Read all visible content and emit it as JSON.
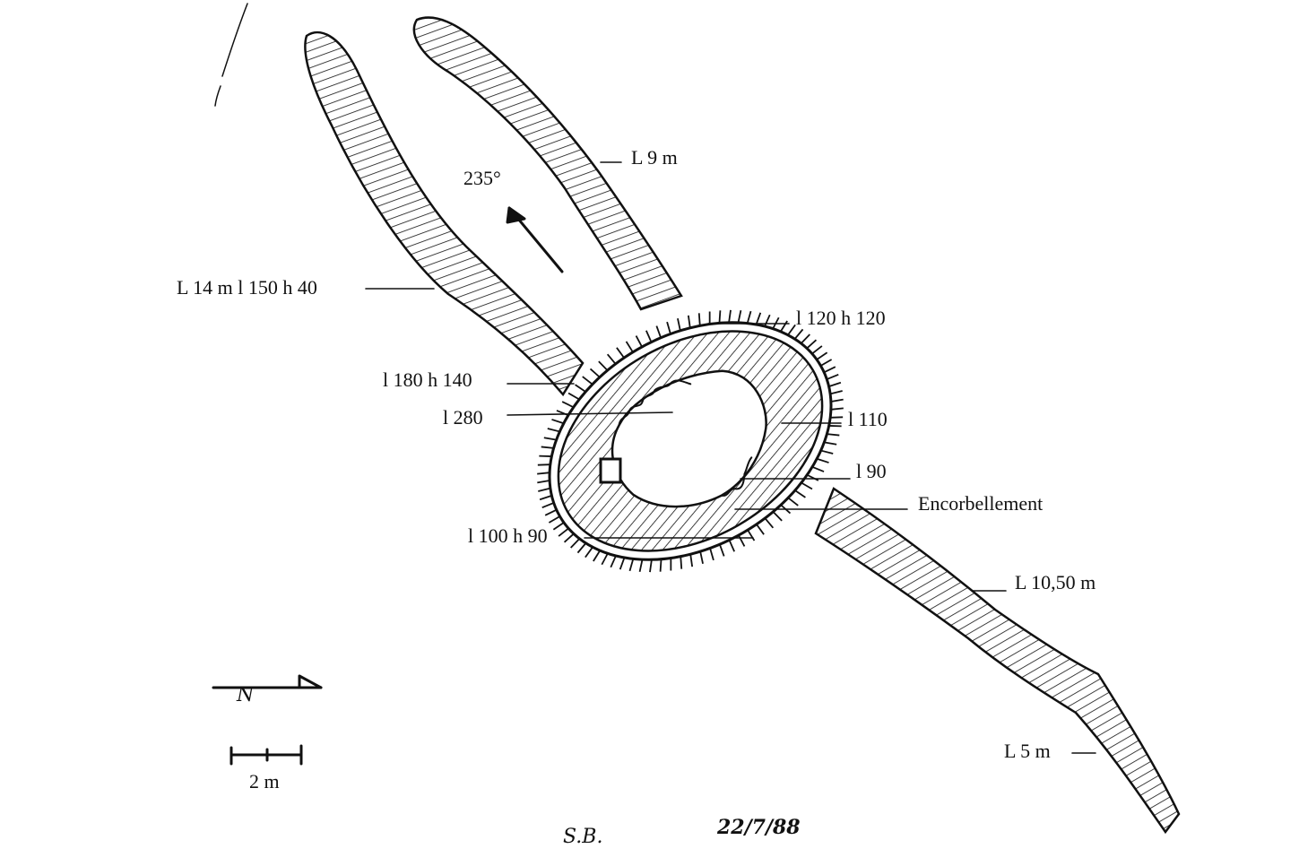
{
  "drawing": {
    "labels": {
      "arm_north_east": "L 9 m",
      "arm_north_west": "L 14 m l 150 h 40",
      "bearing": "235°",
      "chamber_top": "l 120 h 120",
      "chamber_left_upper": "l 180 h 140",
      "chamber_left_mid": "l 280",
      "chamber_right_upper": "l 110",
      "chamber_right_mid": "l 90",
      "corbelling": "Encorbellement",
      "chamber_left_lower": "l 100 h 90",
      "arm_south_east": "L 10,50 m",
      "arm_south_east_end": "L 5 m"
    },
    "north_arrow_letter": "N",
    "scale_bar_label": "2 m",
    "signature": "S.B.",
    "date": "22/7/88"
  }
}
